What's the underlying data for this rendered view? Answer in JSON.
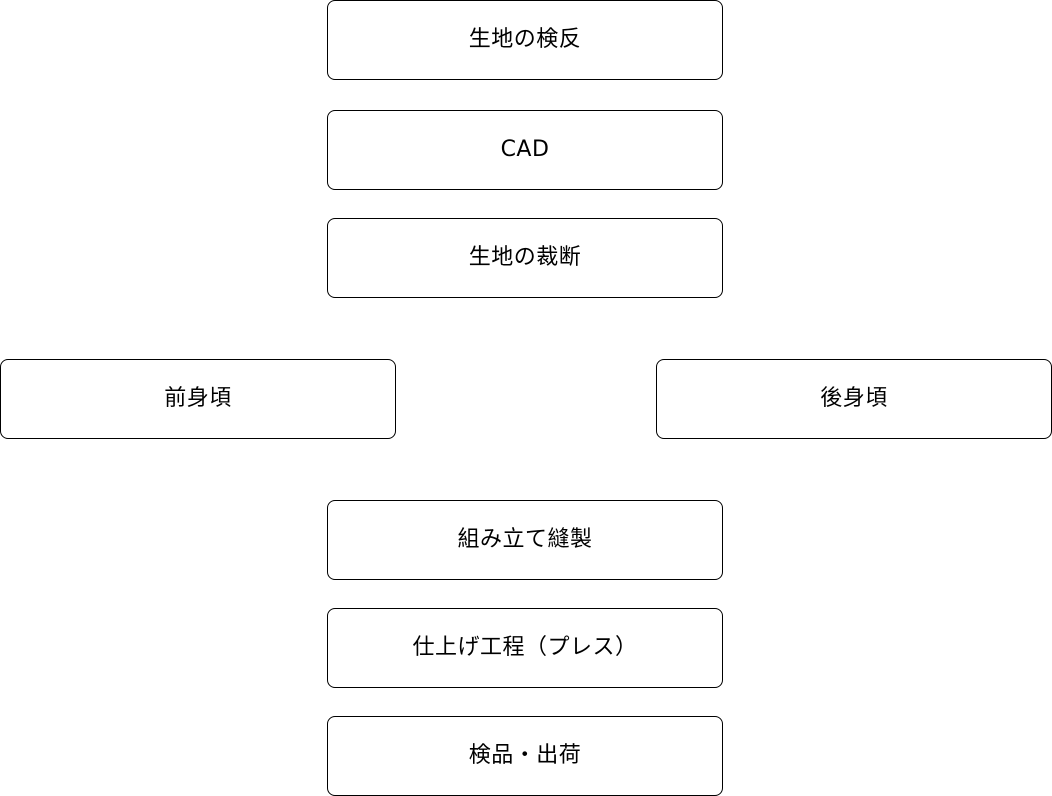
{
  "diagram": {
    "nodes": [
      {
        "id": "fabric-inspection",
        "label": "生地の検反"
      },
      {
        "id": "cad",
        "label": "CAD"
      },
      {
        "id": "fabric-cutting",
        "label": "生地の裁断"
      },
      {
        "id": "front-body",
        "label": "前身頃"
      },
      {
        "id": "back-body",
        "label": "後身頃"
      },
      {
        "id": "assembly-sewing",
        "label": "組み立て縫製"
      },
      {
        "id": "finishing-press",
        "label": "仕上げ工程（プレス）"
      },
      {
        "id": "inspection-shipping",
        "label": "検品・出荷"
      }
    ]
  }
}
